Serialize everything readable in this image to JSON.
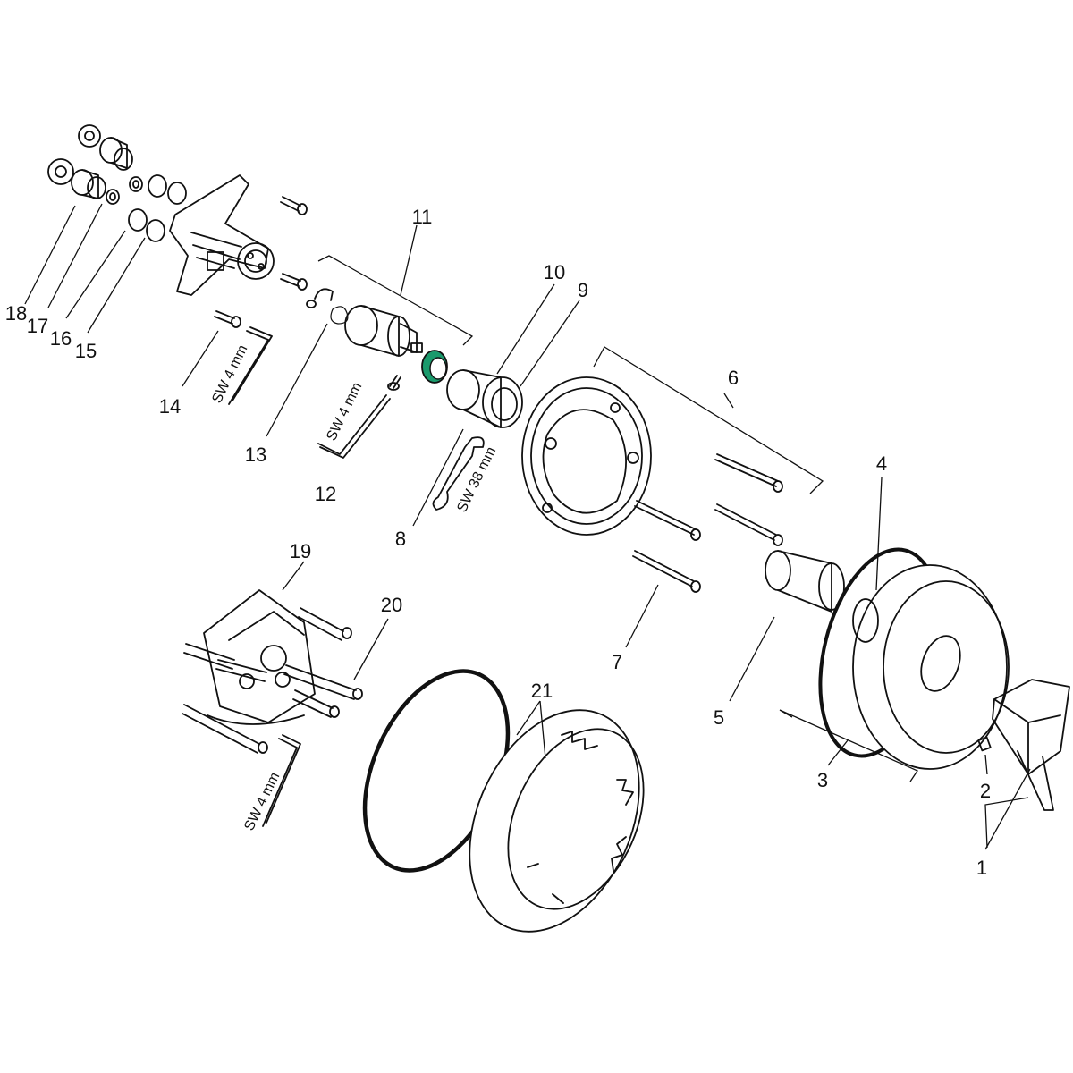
{
  "diagram": {
    "part_numbers": {
      "p1": "1",
      "p2": "2",
      "p3": "3",
      "p4": "4",
      "p5": "5",
      "p6": "6",
      "p7": "7",
      "p8": "8",
      "p9": "9",
      "p10": "10",
      "p11": "11",
      "p12": "12",
      "p13": "13",
      "p14": "14",
      "p15": "15",
      "p16": "16",
      "p17": "17",
      "p18": "18",
      "p19": "19",
      "p20": "20",
      "p21": "21"
    },
    "tool_labels": {
      "hex_key_14": "SW 4 mm",
      "hex_key_12": "SW 4 mm",
      "hex_key_19": "SW 4 mm",
      "wrench_8": "SW 38 mm"
    },
    "colors": {
      "line": "#111111",
      "background": "#ffffff",
      "highlight_ring": "#1a9a6c"
    }
  }
}
